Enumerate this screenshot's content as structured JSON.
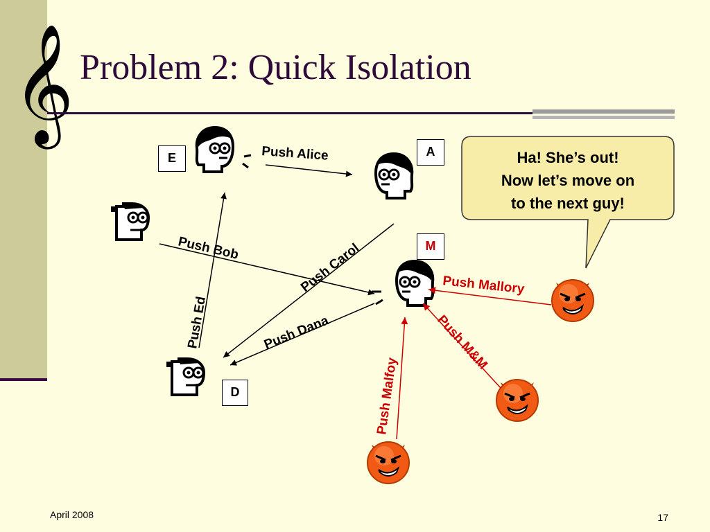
{
  "slide": {
    "title": "Problem 2:  Quick Isolation",
    "clef_symbol": "𝄞",
    "footer_date": "April 2008",
    "page_number": "17"
  },
  "nodes": {
    "E": {
      "label": "E",
      "icon": "woman-talking-icon"
    },
    "A": {
      "label": "A",
      "icon": "woman-icon"
    },
    "M": {
      "label": "M",
      "icon": "woman-talking-icon"
    },
    "D": {
      "label": "D",
      "icon": "man-icon"
    },
    "B": {
      "label": "",
      "icon": "man-icon"
    }
  },
  "edges": {
    "push_alice": "Push Alice",
    "push_bob": "Push Bob",
    "push_carol": "Push Carol",
    "push_ed": "Push Ed",
    "push_dana": "Push Dana",
    "push_mallory": "Push Mallory",
    "push_mm": "Push M&M",
    "push_malfoy": "Push Malfoy"
  },
  "callout": {
    "line1": "Ha! She’s out!",
    "line2": "Now let’s move on",
    "line3": "to the next guy!"
  },
  "colors": {
    "background": "#FFFDE0",
    "sidebar": "#CCCB99",
    "title": "#2E0A3A",
    "attack": "#CC0000",
    "callout_fill": "#F7EDA8",
    "devil_face": "#F05A14"
  }
}
